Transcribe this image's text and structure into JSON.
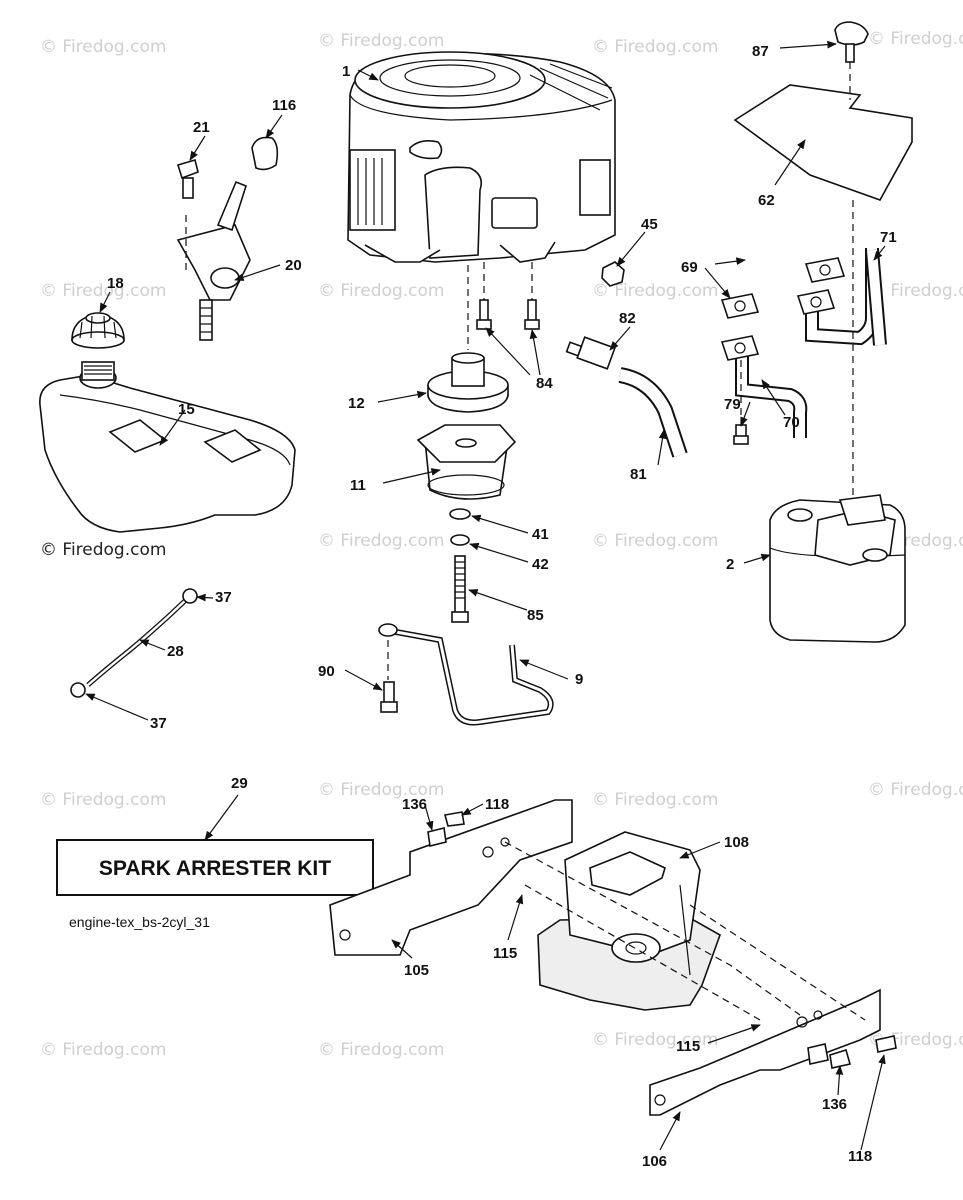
{
  "watermark": "© Firedog.com",
  "kit_label": "SPARK ARRESTER KIT",
  "diagram_ref": "engine-tex_bs-2cyl_31",
  "callouts": {
    "c1": "1",
    "c2": "2",
    "c9": "9",
    "c11": "11",
    "c12": "12",
    "c15": "15",
    "c18": "18",
    "c20": "20",
    "c21": "21",
    "c28": "28",
    "c29": "29",
    "c37a": "37",
    "c37b": "37",
    "c41": "41",
    "c42": "42",
    "c45": "45",
    "c62": "62",
    "c69": "69",
    "c70": "70",
    "c71": "71",
    "c79": "79",
    "c81": "81",
    "c82": "82",
    "c84": "84",
    "c85": "85",
    "c87": "87",
    "c90": "90",
    "c105": "105",
    "c106": "106",
    "c108": "108",
    "c115a": "115",
    "c115b": "115",
    "c116": "116",
    "c118a": "118",
    "c118b": "118",
    "c136a": "136",
    "c136b": "136"
  }
}
